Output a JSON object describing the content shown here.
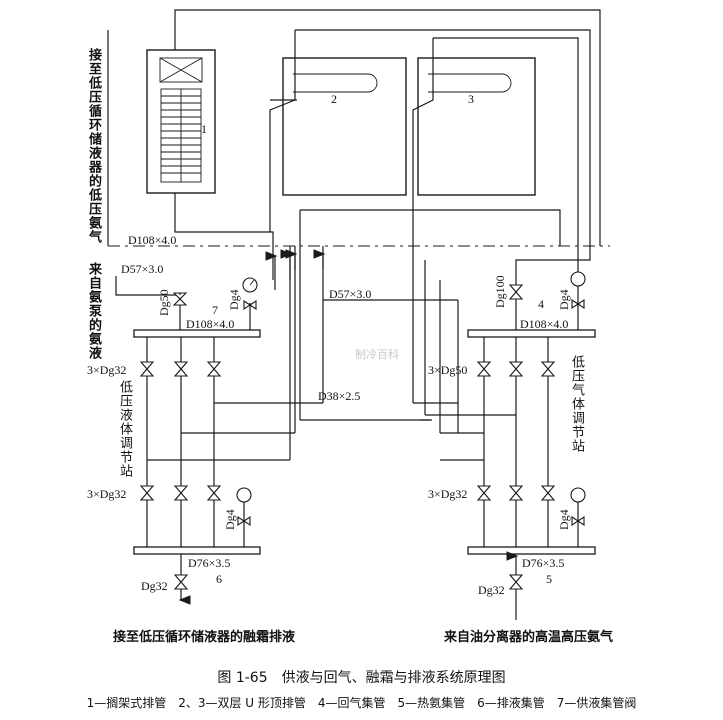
{
  "figure": {
    "caption": "图 1-65　供液与回气、融霜与排液系统原理图",
    "legend": "1—搁架式排管　2、3—双层 U 形顶排管　4—回气集管　5—热氨集管　6—排液集管　7—供液集管阀",
    "watermark": "制冷百科"
  },
  "labels": {
    "low_pressure_gas_to_vessel": "接至低压循环储液器的低压氨气",
    "liquid_from_pump": "来自氨泵的氨液",
    "low_pressure_liquid_station": "低压液体调节站",
    "low_pressure_gas_station": "低压气体调节站",
    "defrost_drain_to_vessel": "接至低压循环储液器的融霜排液",
    "hot_gas_from_separator": "来自油分离器的高温高压氨气"
  },
  "pipes": {
    "main_return": "D108×4.0",
    "supply_in": "D57×3.0",
    "supply_header": "D108×4.0",
    "return_header": "D108×4.0",
    "hot_gas_branch": "D57×3.0",
    "small_line": "D38×2.5",
    "drain_header": "D76×3.5",
    "hot_gas_header": "D76×3.5"
  },
  "valves": {
    "supply_dg50": "Dg50",
    "gauge_dg4_a": "Dg4",
    "gauge_dg4_b": "Dg4",
    "gauge_dg4_c": "Dg4",
    "gauge_dg4_d": "Dg4",
    "return_dg100": "Dg100",
    "left_upper_bank": "3×Dg32",
    "left_lower_bank": "3×Dg32",
    "right_upper_bank": "3×Dg50",
    "right_lower_bank": "3×Dg32",
    "drain_out": "Dg32",
    "hot_gas_in": "Dg32"
  },
  "numbers": {
    "n1": "1",
    "n2": "2",
    "n3": "3",
    "n4": "4",
    "n5": "5",
    "n6": "6",
    "n7": "7"
  }
}
